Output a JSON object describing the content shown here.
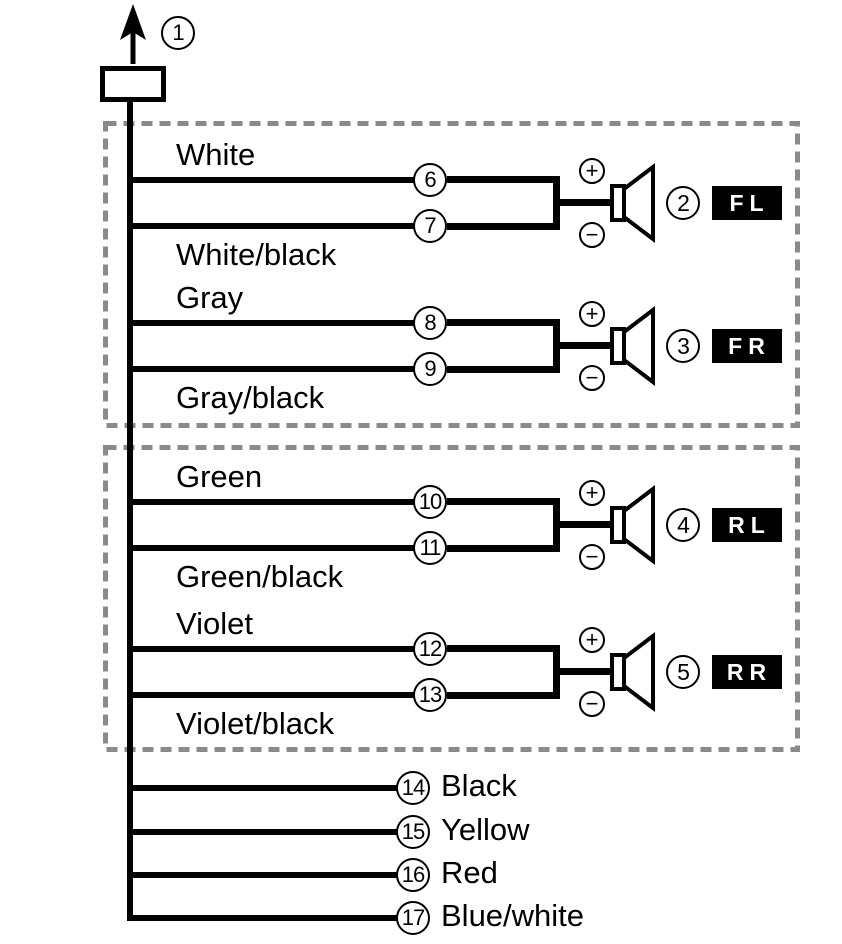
{
  "diagram_type": "car-stereo speaker wiring diagram",
  "colors": {
    "background": "#ffffff",
    "line": "#000000",
    "dashed_group_border": "#8a8a8a",
    "badge_bg": "#000000",
    "badge_text": "#ffffff"
  },
  "antenna": {
    "number": "1"
  },
  "icons": {
    "antenna_arrow": "up-arrow",
    "plus": "+",
    "minus": "−",
    "speaker": "speaker-cone"
  },
  "speakers": [
    {
      "pos_label": "White",
      "pos_pin": "6",
      "neg_label": "White/black",
      "neg_pin": "7",
      "number": "2",
      "badge": "FL"
    },
    {
      "pos_label": "Gray",
      "pos_pin": "8",
      "neg_label": "Gray/black",
      "neg_pin": "9",
      "number": "3",
      "badge": "FR"
    },
    {
      "pos_label": "Green",
      "pos_pin": "10",
      "neg_label": "Green/black",
      "neg_pin": "11",
      "number": "4",
      "badge": "RL"
    },
    {
      "pos_label": "Violet",
      "pos_pin": "12",
      "neg_label": "Violet/black",
      "neg_pin": "13",
      "number": "5",
      "badge": "RR"
    }
  ],
  "power_wires": [
    {
      "pin": "14",
      "label": "Black"
    },
    {
      "pin": "15",
      "label": "Yellow"
    },
    {
      "pin": "16",
      "label": "Red"
    },
    {
      "pin": "17",
      "label": "Blue/white"
    }
  ]
}
